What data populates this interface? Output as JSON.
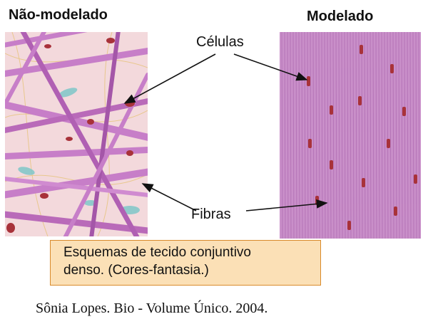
{
  "figure": {
    "title_left": "Não-modelado",
    "title_right": "Modelado",
    "label_cells": "Células",
    "label_fibers": "Fibras",
    "caption_line1": "Esquemas de tecido conjuntivo",
    "caption_line2": "denso. (Cores-fantasia.)",
    "credit": "Sônia Lopes. Bio - Volume Único. 2004."
  },
  "colors": {
    "left_background": "#f3d9dc",
    "fiber": "#c77ec8",
    "fiber_dark": "#a456a8",
    "cell": "#a8323a",
    "cell_light": "#7fc7c9",
    "right_background": "#c98fc9",
    "caption_bg": "#fbe0b6",
    "caption_border": "#d98a2b"
  }
}
